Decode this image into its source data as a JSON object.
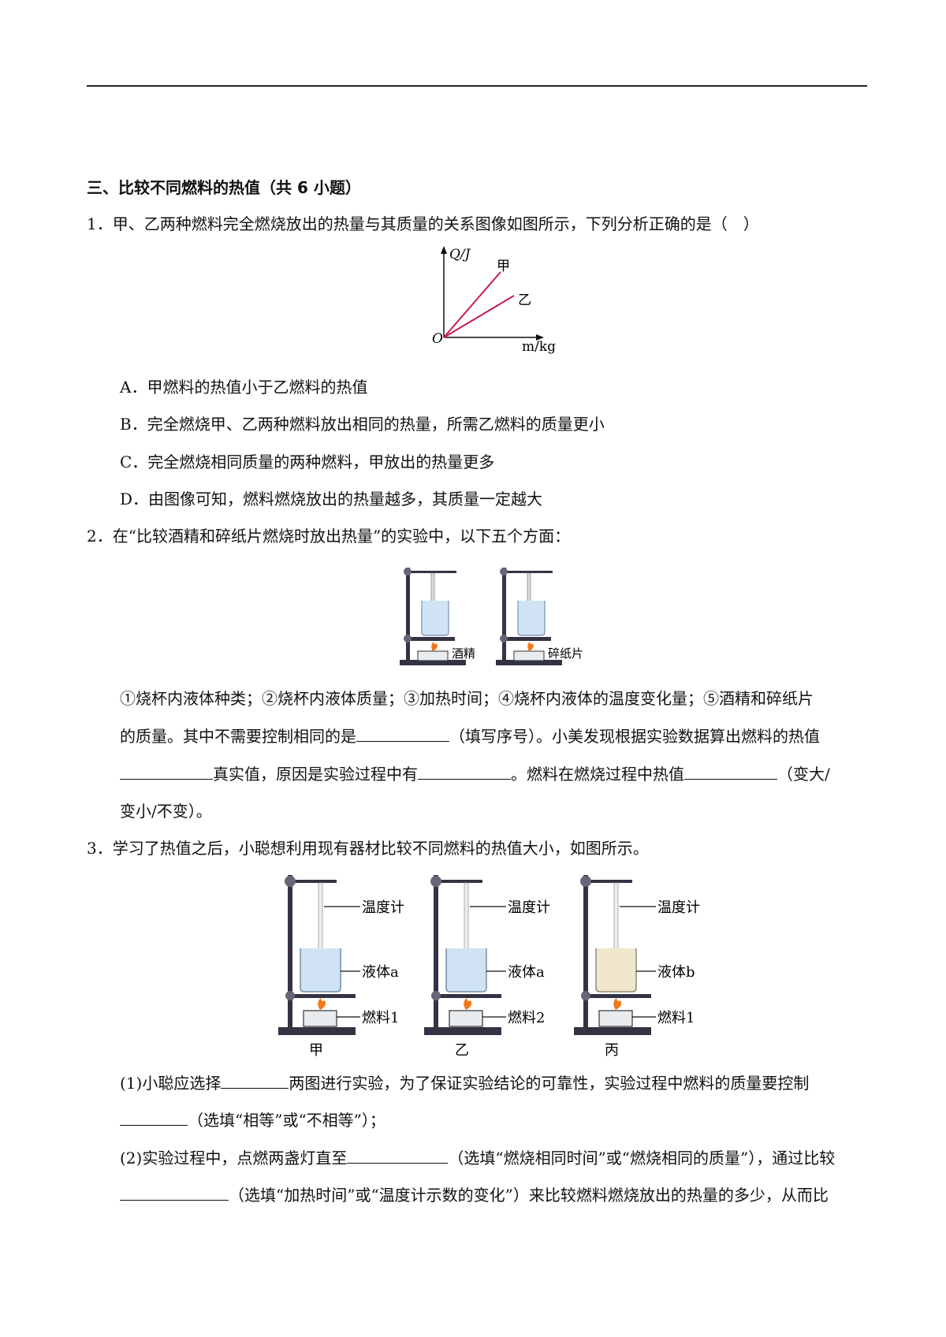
{
  "section_title": "三、比较不同燃料的热值（共 6 小题）",
  "q1": {
    "stem": "1．甲、乙两种燃料完全燃烧放出的热量与其质量的关系图像如图所示，下列分析正确的是（　）",
    "graph": {
      "y_axis": "Q/J",
      "x_axis": "m/kg",
      "origin": "O",
      "line_jia": "甲",
      "line_yi": "乙",
      "color": "#c8175b"
    },
    "options": [
      "A．甲燃料的热值小于乙燃料的热值",
      "B．完全燃烧甲、乙两种燃料放出相同的热量，所需乙燃料的质量更小",
      "C．完全燃烧相同质量的两种燃料，甲放出的热量更多",
      "D．由图像可知，燃料燃烧放出的热量越多，其质量一定越大"
    ]
  },
  "q2": {
    "stem": "2．在“比较酒精和碎纸片燃烧时放出热量”的实验中，以下五个方面：",
    "fig_label_1": "酒精",
    "fig_label_2": "碎纸片",
    "line1": "①烧杯内液体种类；②烧杯内液体质量；③加热时间；④烧杯内液体的温度变化量；⑤酒精和碎纸片",
    "line2a": "的质量。其中不需要控制相同的是",
    "line2b": "（填写序号）。小美发现根据实验数据算出燃料的热值",
    "line3a": "真实值，原因是实验过程中有",
    "line3b": "。燃料在燃烧过程中热值",
    "line3c": "（变大/",
    "line4": "变小/不变）。"
  },
  "q3": {
    "stem": "3．学习了热值之后，小聪想利用现有器材比较不同燃料的热值大小，如图所示。",
    "setups": [
      {
        "thermo": "温度计",
        "liquid": "液体a",
        "fuel": "燃料1",
        "caption": "甲"
      },
      {
        "thermo": "温度计",
        "liquid": "液体a",
        "fuel": "燃料2",
        "caption": "乙"
      },
      {
        "thermo": "温度计",
        "liquid": "液体b",
        "fuel": "燃料1",
        "caption": "丙"
      }
    ],
    "p1a": "(1)小聪应选择",
    "p1b": "两图进行实验，为了保证实验结论的可靠性，实验过程中燃料的质量要控制",
    "p1c": "（选填“相等”或“不相等”）；",
    "p2a": "(2)实验过程中，点燃两盏灯直至",
    "p2b": "（选填“燃烧相同时间”或“燃烧相同的质量”），通过比较",
    "p2c": "（选填“加热时间”或“温度计示数的变化”）来比较燃料燃烧放出的热量的多少，从而比"
  }
}
